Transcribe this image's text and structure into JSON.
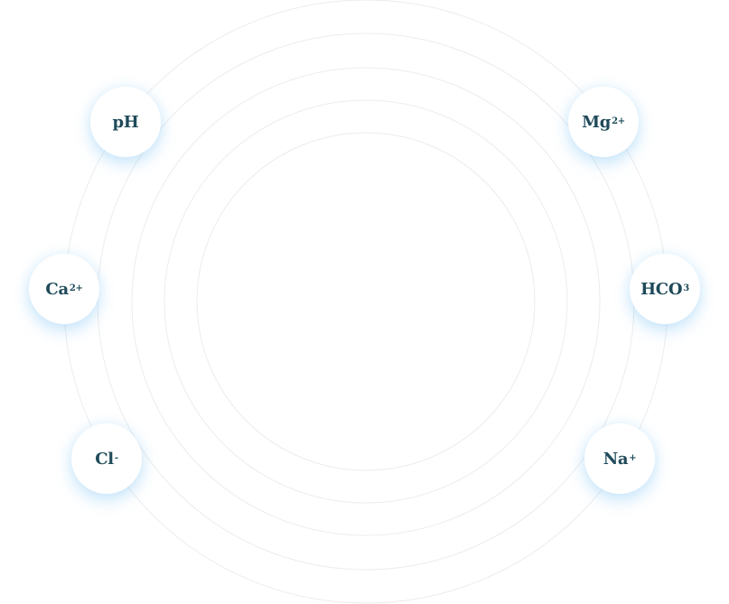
{
  "ions": [
    {
      "id": "ph",
      "symbol": "pH",
      "charge": "",
      "subscript": ""
    },
    {
      "id": "mg",
      "symbol": "Mg",
      "charge": "2+",
      "subscript": ""
    },
    {
      "id": "ca",
      "symbol": "Ca",
      "charge": "2+",
      "subscript": ""
    },
    {
      "id": "hco3",
      "symbol": "HCO",
      "charge": "",
      "subscript": "3"
    },
    {
      "id": "cl",
      "symbol": "Cl",
      "charge": "-",
      "subscript": ""
    },
    {
      "id": "na",
      "symbol": "Na",
      "charge": "+",
      "subscript": ""
    }
  ],
  "colors": {
    "text": "#1f4a5a",
    "ring": "#ececec",
    "glow": "#5ab4f0",
    "background": "#ffffff"
  }
}
